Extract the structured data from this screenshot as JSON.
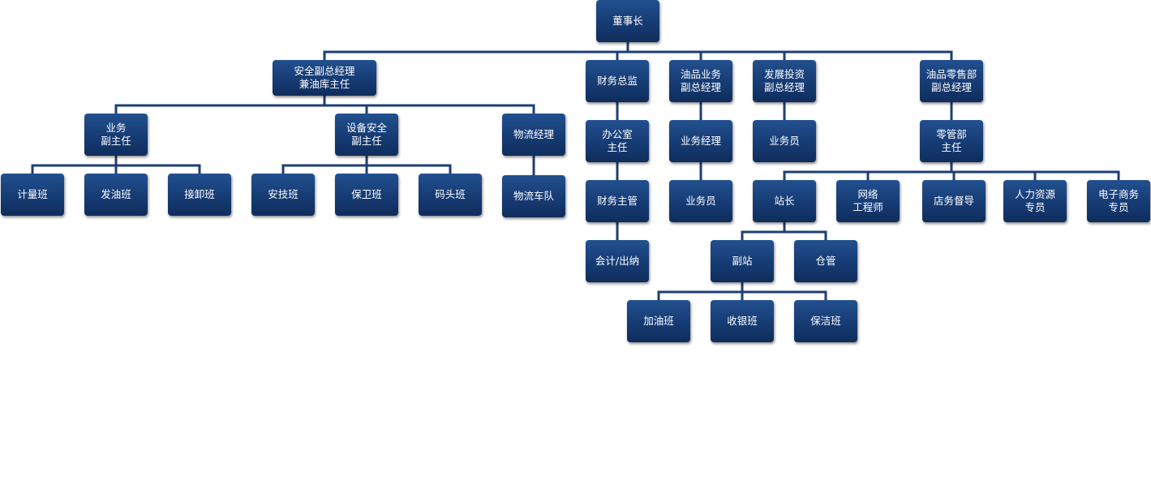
{
  "org_chart": {
    "nodes": [
      {
        "id": "chairman",
        "label": "董事长"
      },
      {
        "id": "safety_vgm",
        "label": "安全副总经理\n兼油库主任"
      },
      {
        "id": "finance_director",
        "label": "财务总监"
      },
      {
        "id": "oil_business_vgm",
        "label": "油品业务\n副总经理"
      },
      {
        "id": "dev_invest_vgm",
        "label": "发展投资\n副总经理"
      },
      {
        "id": "retail_vgm",
        "label": "油品零售部\n副总经理"
      },
      {
        "id": "business_deputy",
        "label": "业务\n副主任"
      },
      {
        "id": "equip_safety_deputy",
        "label": "设备安全\n副主任"
      },
      {
        "id": "logistics_manager",
        "label": "物流经理"
      },
      {
        "id": "office_director",
        "label": "办公室\n主任"
      },
      {
        "id": "business_manager",
        "label": "业务经理"
      },
      {
        "id": "salesman_invest",
        "label": "业务员"
      },
      {
        "id": "retail_director",
        "label": "零管部\n主任"
      },
      {
        "id": "metering_team",
        "label": "计量班"
      },
      {
        "id": "dispatch_team",
        "label": "发油班"
      },
      {
        "id": "unloading_team",
        "label": "接卸班"
      },
      {
        "id": "safety_tech_team",
        "label": "安技班"
      },
      {
        "id": "security_team",
        "label": "保卫班"
      },
      {
        "id": "dock_team",
        "label": "码头班"
      },
      {
        "id": "logistics_fleet",
        "label": "物流车队"
      },
      {
        "id": "finance_supervisor",
        "label": "财务主管"
      },
      {
        "id": "salesman_oil",
        "label": "业务员"
      },
      {
        "id": "station_master",
        "label": "站长"
      },
      {
        "id": "network_engineer",
        "label": "网络\n工程师"
      },
      {
        "id": "store_supervisor",
        "label": "店务督导"
      },
      {
        "id": "hr_specialist",
        "label": "人力资源\n专员"
      },
      {
        "id": "ecommerce_specialist",
        "label": "电子商务\n专员"
      },
      {
        "id": "accountant_cashier",
        "label": "会计/出纳"
      },
      {
        "id": "deputy_station",
        "label": "副站"
      },
      {
        "id": "warehouse",
        "label": "仓管"
      },
      {
        "id": "refuel_team",
        "label": "加油班"
      },
      {
        "id": "cashier_team",
        "label": "收银班"
      },
      {
        "id": "cleaning_team",
        "label": "保洁班"
      }
    ],
    "edges": [
      [
        "chairman",
        "safety_vgm"
      ],
      [
        "chairman",
        "finance_director"
      ],
      [
        "chairman",
        "oil_business_vgm"
      ],
      [
        "chairman",
        "dev_invest_vgm"
      ],
      [
        "chairman",
        "retail_vgm"
      ],
      [
        "safety_vgm",
        "business_deputy"
      ],
      [
        "safety_vgm",
        "equip_safety_deputy"
      ],
      [
        "safety_vgm",
        "logistics_manager"
      ],
      [
        "business_deputy",
        "metering_team"
      ],
      [
        "business_deputy",
        "dispatch_team"
      ],
      [
        "business_deputy",
        "unloading_team"
      ],
      [
        "equip_safety_deputy",
        "safety_tech_team"
      ],
      [
        "equip_safety_deputy",
        "security_team"
      ],
      [
        "equip_safety_deputy",
        "dock_team"
      ],
      [
        "logistics_manager",
        "logistics_fleet"
      ],
      [
        "finance_director",
        "office_director"
      ],
      [
        "office_director",
        "finance_supervisor"
      ],
      [
        "finance_supervisor",
        "accountant_cashier"
      ],
      [
        "oil_business_vgm",
        "business_manager"
      ],
      [
        "business_manager",
        "salesman_oil"
      ],
      [
        "dev_invest_vgm",
        "salesman_invest"
      ],
      [
        "retail_vgm",
        "retail_director"
      ],
      [
        "retail_director",
        "station_master"
      ],
      [
        "retail_director",
        "network_engineer"
      ],
      [
        "retail_director",
        "store_supervisor"
      ],
      [
        "retail_director",
        "hr_specialist"
      ],
      [
        "retail_director",
        "ecommerce_specialist"
      ],
      [
        "station_master",
        "deputy_station"
      ],
      [
        "station_master",
        "warehouse"
      ],
      [
        "deputy_station",
        "refuel_team"
      ],
      [
        "deputy_station",
        "cashier_team"
      ],
      [
        "deputy_station",
        "cleaning_team"
      ]
    ],
    "colors": {
      "node_fill": "#163b74",
      "node_text": "#ffffff",
      "connector": "#1e3f73"
    }
  }
}
